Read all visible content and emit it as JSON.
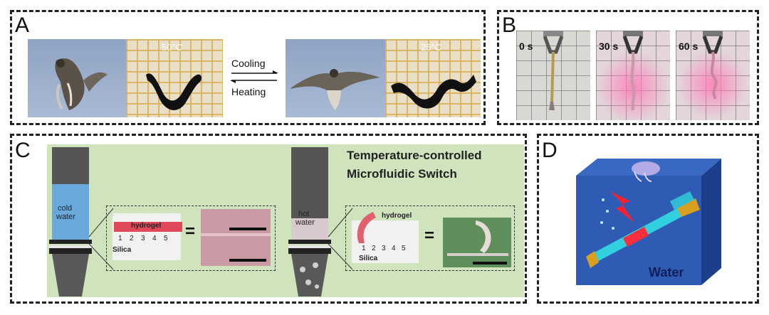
{
  "panel_a": {
    "label": "A",
    "temp_hot": "50°C",
    "temp_cold": "25°C",
    "arrow_top": "Cooling",
    "arrow_bottom": "Heating"
  },
  "panel_b": {
    "label": "B",
    "times": [
      "0 s",
      "30 s",
      "60 s"
    ]
  },
  "panel_c": {
    "label": "C",
    "title_line1": "Temperature-controlled",
    "title_line2": "Microfluidic Switch",
    "cold_water": [
      "cold",
      "water"
    ],
    "hot_water": [
      "hot",
      "water"
    ],
    "hydrogel": "hydrogel",
    "silica": "Silica",
    "scale_numbers": [
      "1",
      "2",
      "3",
      "4",
      "5"
    ],
    "equals": "="
  },
  "panel_d": {
    "label": "D",
    "water": "Water"
  }
}
